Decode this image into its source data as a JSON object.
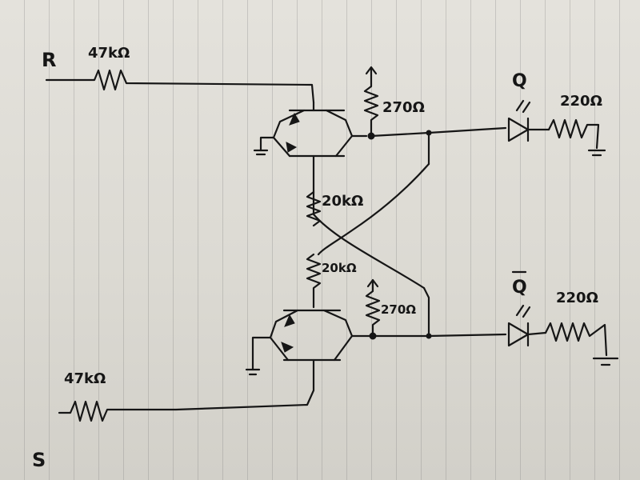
{
  "labels": {
    "input_r": "R",
    "input_s": "S",
    "output_q": "Q",
    "output_q_bar": "Q",
    "r_input_resistor": "47kΩ",
    "s_input_resistor": "47kΩ",
    "top_pullup": "270Ω",
    "bottom_pullup": "270Ω",
    "top_cross_resistor": "20kΩ",
    "bottom_cross_resistor": "20kΩ",
    "q_led_resistor": "220Ω",
    "q_bar_led_resistor": "220Ω"
  }
}
